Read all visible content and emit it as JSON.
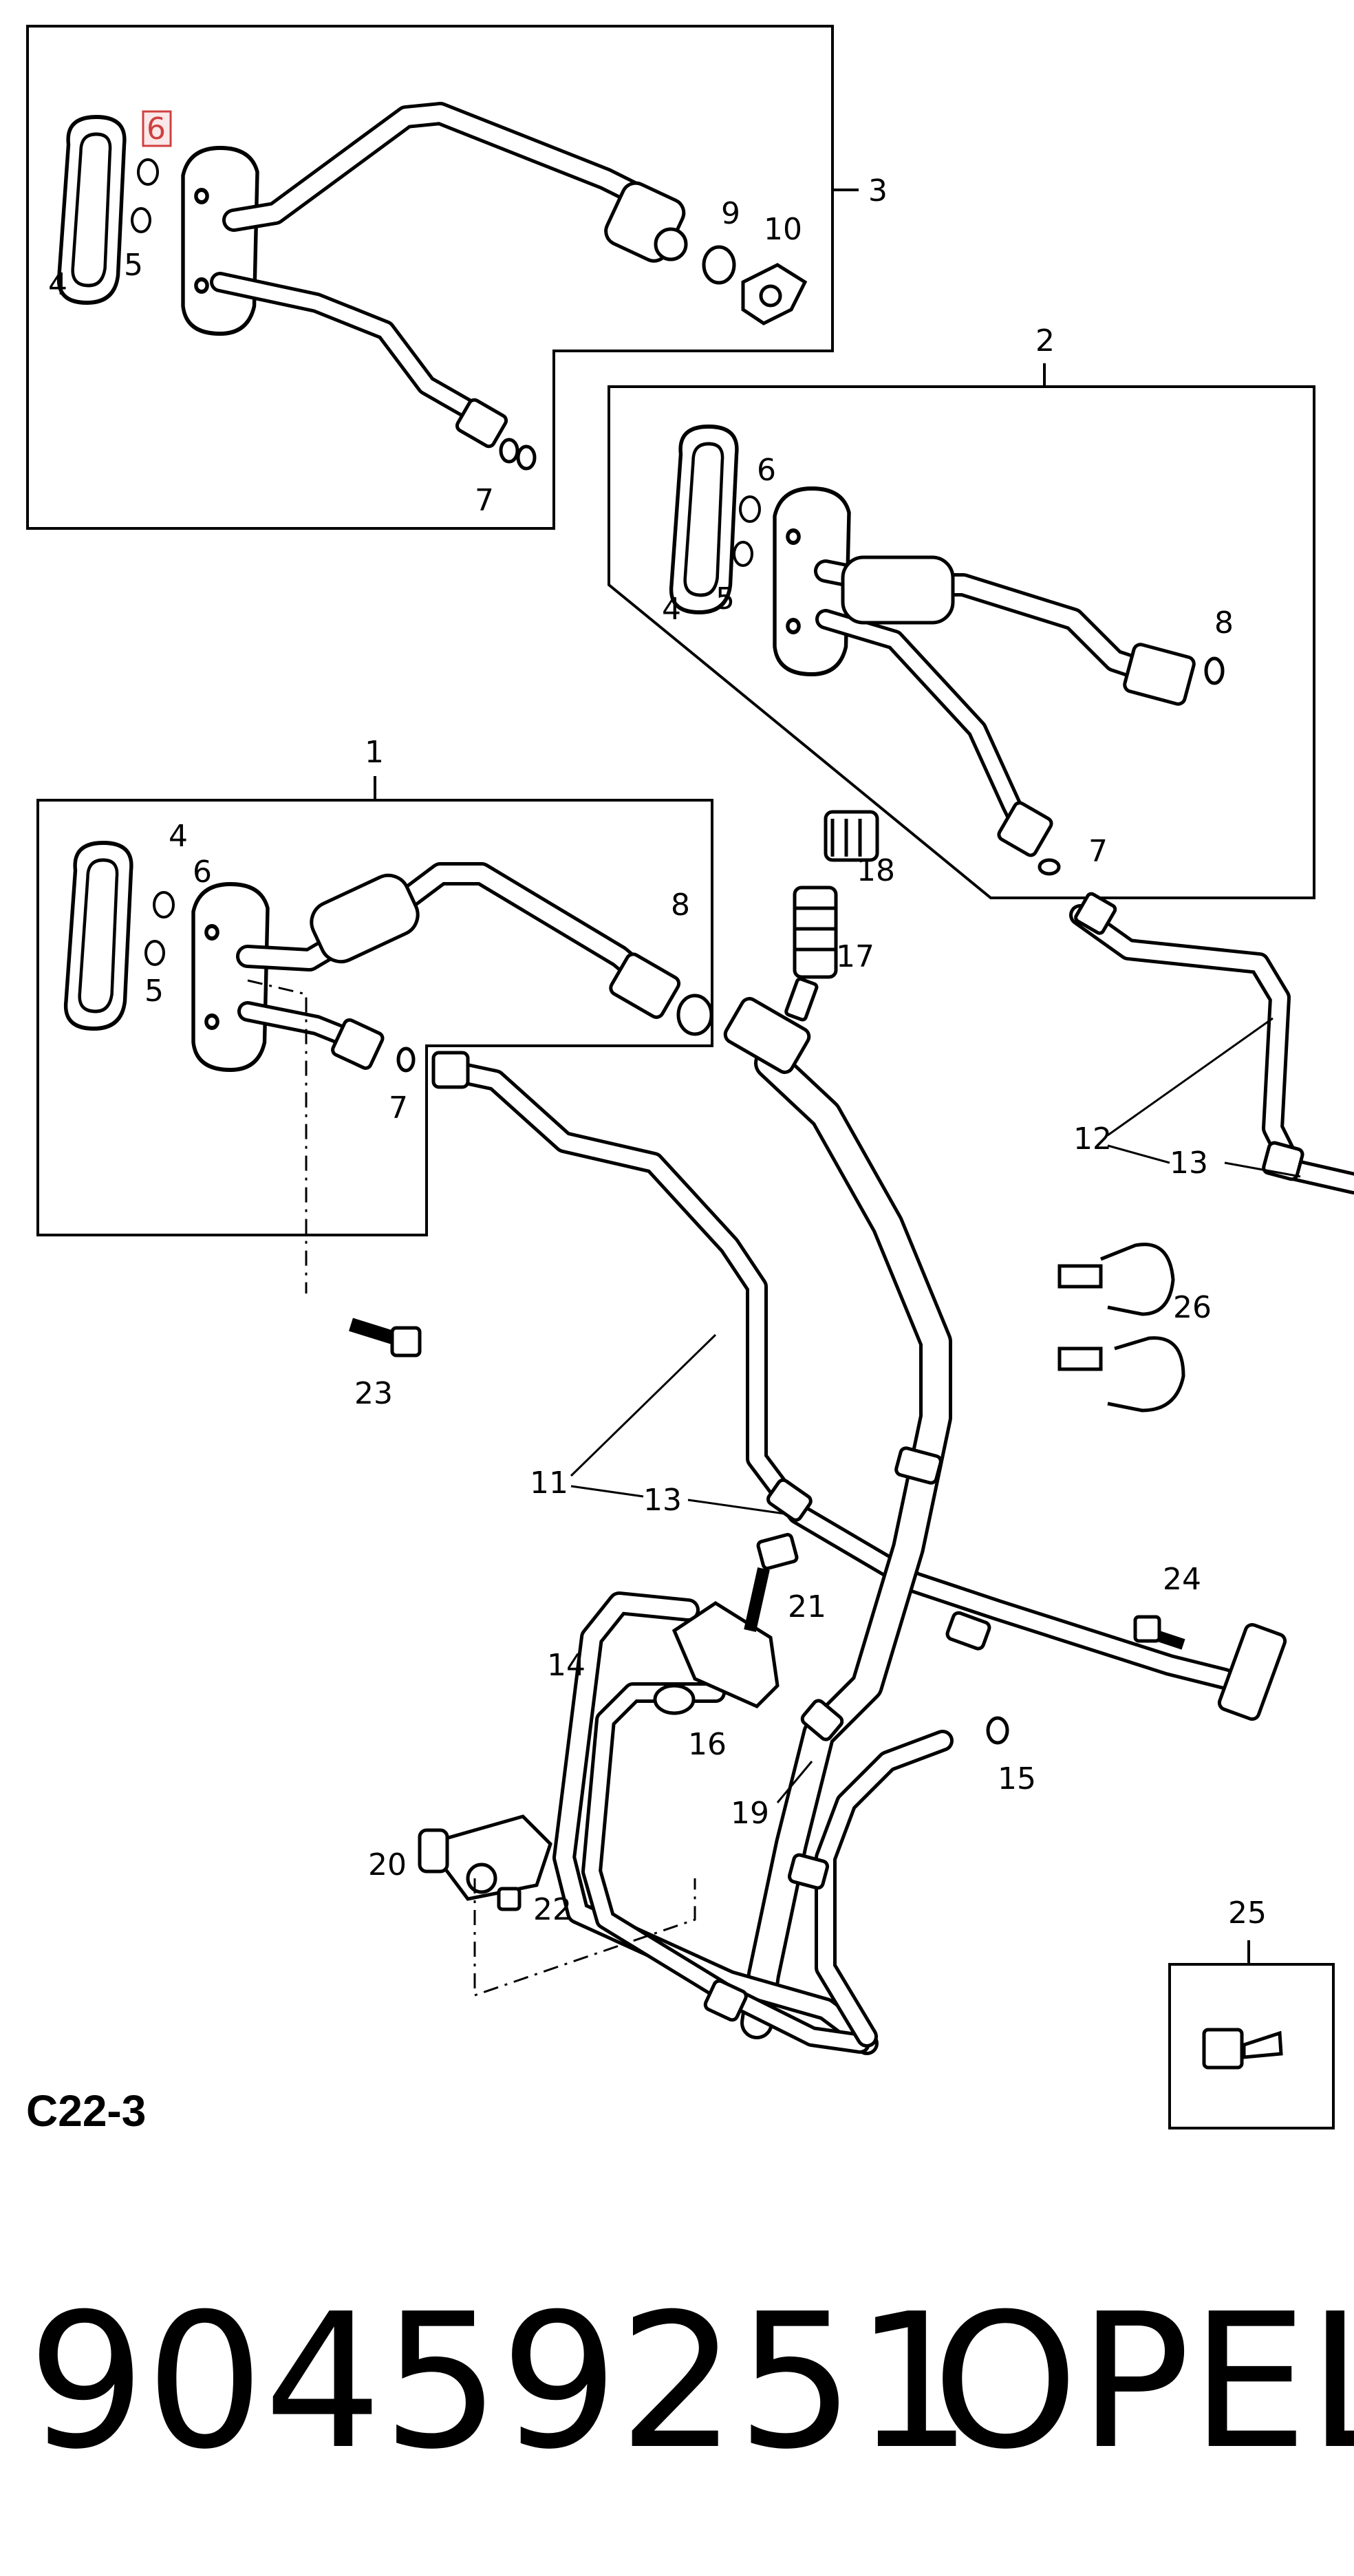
{
  "section_code": "C22-3",
  "part_number": "90459251",
  "brand": "OPEL",
  "highlighted_callout": "6",
  "callouts": {
    "c1": "1",
    "c2": "2",
    "c3": "3",
    "c4a": "4",
    "c4b": "4",
    "c4c": "4",
    "c5a": "5",
    "c5b": "5",
    "c5c": "5",
    "c6a": "6",
    "c6b": "6",
    "c6c": "6",
    "c7a": "7",
    "c7b": "7",
    "c7c": "7",
    "c8a": "8",
    "c8b": "8",
    "c9": "9",
    "c10": "10",
    "c11": "11",
    "c12": "12",
    "c13a": "13",
    "c13b": "13",
    "c14": "14",
    "c15": "15",
    "c16": "16",
    "c17": "17",
    "c18": "18",
    "c19": "19",
    "c20": "20",
    "c21": "21",
    "c22": "22",
    "c23": "23",
    "c24": "24",
    "c25": "25",
    "c26": "26"
  }
}
